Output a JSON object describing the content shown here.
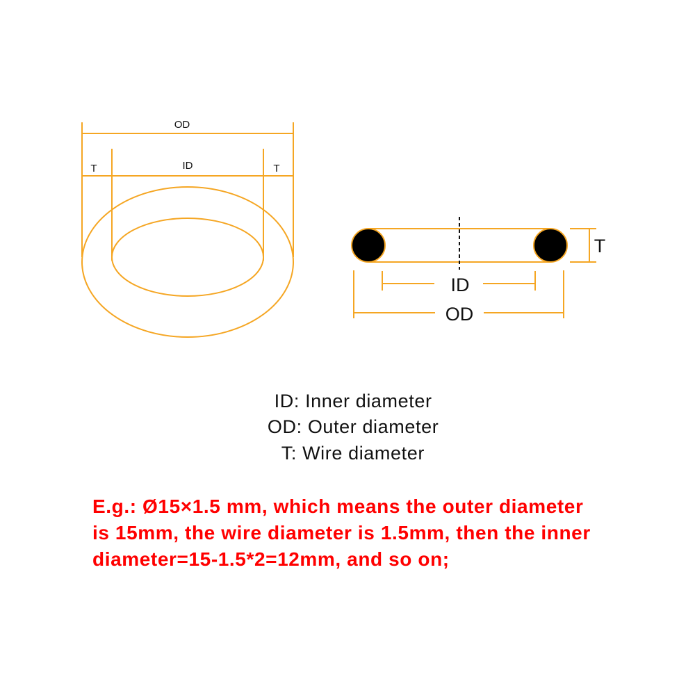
{
  "colors": {
    "dimension_line": "#f5a623",
    "ring_stroke": "#f5a623",
    "cross_section_fill": "#000000",
    "legend_text": "#111111",
    "note_text": "#ff0000",
    "center_line": "#111111"
  },
  "top_view": {
    "od_label": "OD",
    "id_label": "ID",
    "t_left_label": "T",
    "t_right_label": "T"
  },
  "cross_section": {
    "t_label": "T",
    "id_label": "ID",
    "od_label": "OD"
  },
  "legend": [
    {
      "key": "ID:",
      "text": "Inner diameter"
    },
    {
      "key": "OD:",
      "text": "Outer diameter"
    },
    {
      "key": "T:",
      "text": "Wire diameter"
    }
  ],
  "note": {
    "lines": [
      "E.g.: Ø15×1.5 mm, which means the outer diameter",
      "is 15mm, the wire diameter is 1.5mm, then the inner",
      "diameter=15-1.5*2=12mm, and so on;"
    ]
  }
}
